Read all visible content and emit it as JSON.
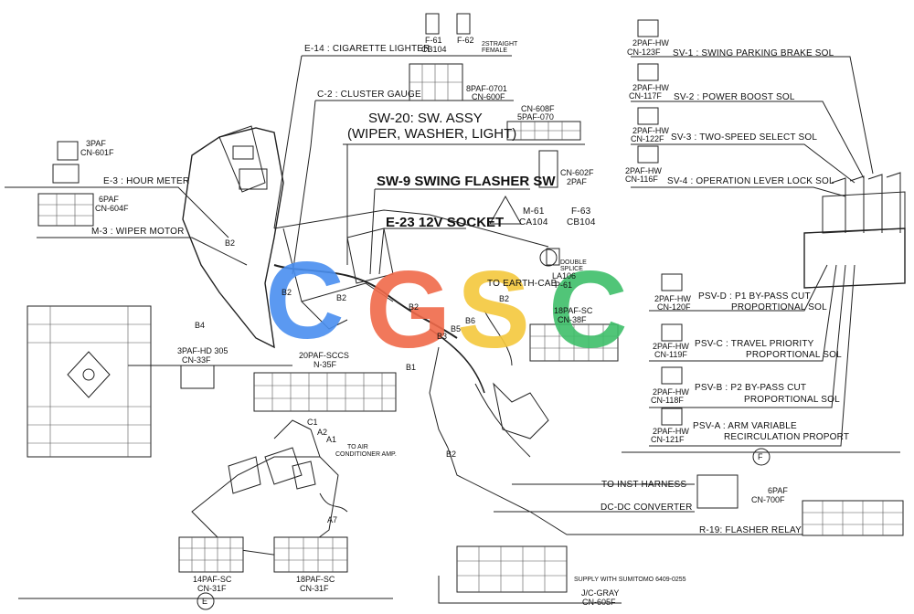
{
  "labels": {
    "cig_lighter": "E-14 : CIGARETTE LIGHTER",
    "f61": "F-61",
    "f62": "F-62",
    "cb104_top": "CB104",
    "straight_female": "2STRAIGHT FEMALE",
    "cluster_gauge": "C-2 : CLUSTER GAUGE",
    "cn_0701": "8PAF-0701",
    "cn_600f": "CN-600F",
    "cn_608f": "CN-608F",
    "paf_070": "5PAF-070",
    "sw20_line1": "SW-20: SW. ASSY",
    "sw20_line2": "(WIPER, WASHER, LIGHT)",
    "cn_602f": "CN-602F",
    "paf_2": "2PAF",
    "sw9": "SW-9 SWING FLASHER SW",
    "e23": "E-23 12V SOCKET",
    "m61": "M-61",
    "ca104": "CA104",
    "f63": "F-63",
    "cb104": "CB104",
    "paf3": "3PAF",
    "cn_601f": "CN-601F",
    "hour_meter": "E-3 : HOUR METER",
    "paf6": "6PAF",
    "cn_604f": "CN-604F",
    "wiper_motor": "M-3 : WIPER MOTOR",
    "b2_a": "B2",
    "b2_b": "B2",
    "b2_c": "B2",
    "b2_d": "B2",
    "b2_e": "B2",
    "b4": "B4",
    "b5": "B5",
    "b6": "B6",
    "b3": "B3",
    "b1": "B1",
    "b2_f": "B2",
    "double_splice": "DOUBLE SPLICE",
    "la106": "LA106",
    "p61": "P-61",
    "to_earth": "TO EARTH-CAB",
    "paf18_sc": "18PAF-SC",
    "cn_38f": "CN-38F",
    "paf3_hd": "3PAF-HD 305",
    "cn_33f": "CN-33F",
    "paf20": "20PAF-SCCS",
    "cn_35f": "N-35F",
    "c1": "C1",
    "a2": "A2",
    "a1": "A1",
    "a7": "A7",
    "to_air": "TO AIR",
    "cond_amp": "CONDITIONER AMP.",
    "to_inst": "TO INST HARNESS",
    "dcdc": "DC-DC CONVERTER",
    "r19": "R-19: FLASHER RELAY",
    "paf6_b": "6PAF",
    "cn_700f": "CN-700F",
    "paf14_sc": "14PAF-SC",
    "cn_31f_a": "CN-31F",
    "paf18_sc_b": "18PAF-SC",
    "cn_31f_b": "CN-31F",
    "supply": "SUPPLY WITH SUMITOMO 6409-0255",
    "jc_gray": "J/C-GRAY",
    "cn_605f": "CN-605F",
    "e_circle": "E",
    "f_circle": "F",
    "sv1": "SV-1 : SWING PARKING BRAKE SOL",
    "sv2": "SV-2 : POWER BOOST SOL",
    "sv3": "SV-3 : TWO-SPEED SELECT SOL",
    "sv4": "SV-4 : OPERATION LEVER LOCK SOL",
    "paf_hw_1": "2PAF-HW",
    "cn_123f": "CN-123F",
    "paf_hw_2": "2PAF-HW",
    "cn_117f": "CN-117F",
    "paf_hw_3": "2PAF-HW",
    "cn_122f": "CN-122F",
    "paf_hw_4": "2PAF-HW",
    "cn_116f": "CN-116F",
    "psvd": "PSV-D : P1 BY-PASS CUT",
    "psvd2": "PROPORTIONAL SOL",
    "psvc": "PSV-C : TRAVEL PRIORITY",
    "psvc2": "PROPORTIONAL SOL",
    "psvb": "PSV-B : P2 BY-PASS CUT",
    "psvb2": "PROPORTIONAL SOL",
    "psva": "PSV-A : ARM VARIABLE",
    "psva2": "RECIRCULATION PROPORT",
    "paf_hw_5": "2PAF-HW",
    "cn_120f": "CN-120F",
    "paf_hw_6": "2PAF-HW",
    "cn_119f": "CN-119F",
    "paf_hw_7": "2PAF-HW",
    "cn_118f": "CN-118F",
    "paf_hw_8": "2PAF-HW",
    "cn_121f": "CN-121F"
  },
  "watermark": {
    "letters": [
      "C",
      "G",
      "S",
      "C"
    ],
    "colors": [
      "#4a8ff0",
      "#f06a4a",
      "#f5c83c",
      "#3fbf6a"
    ]
  },
  "colors": {
    "ink": "#111111",
    "line": "#222222"
  }
}
